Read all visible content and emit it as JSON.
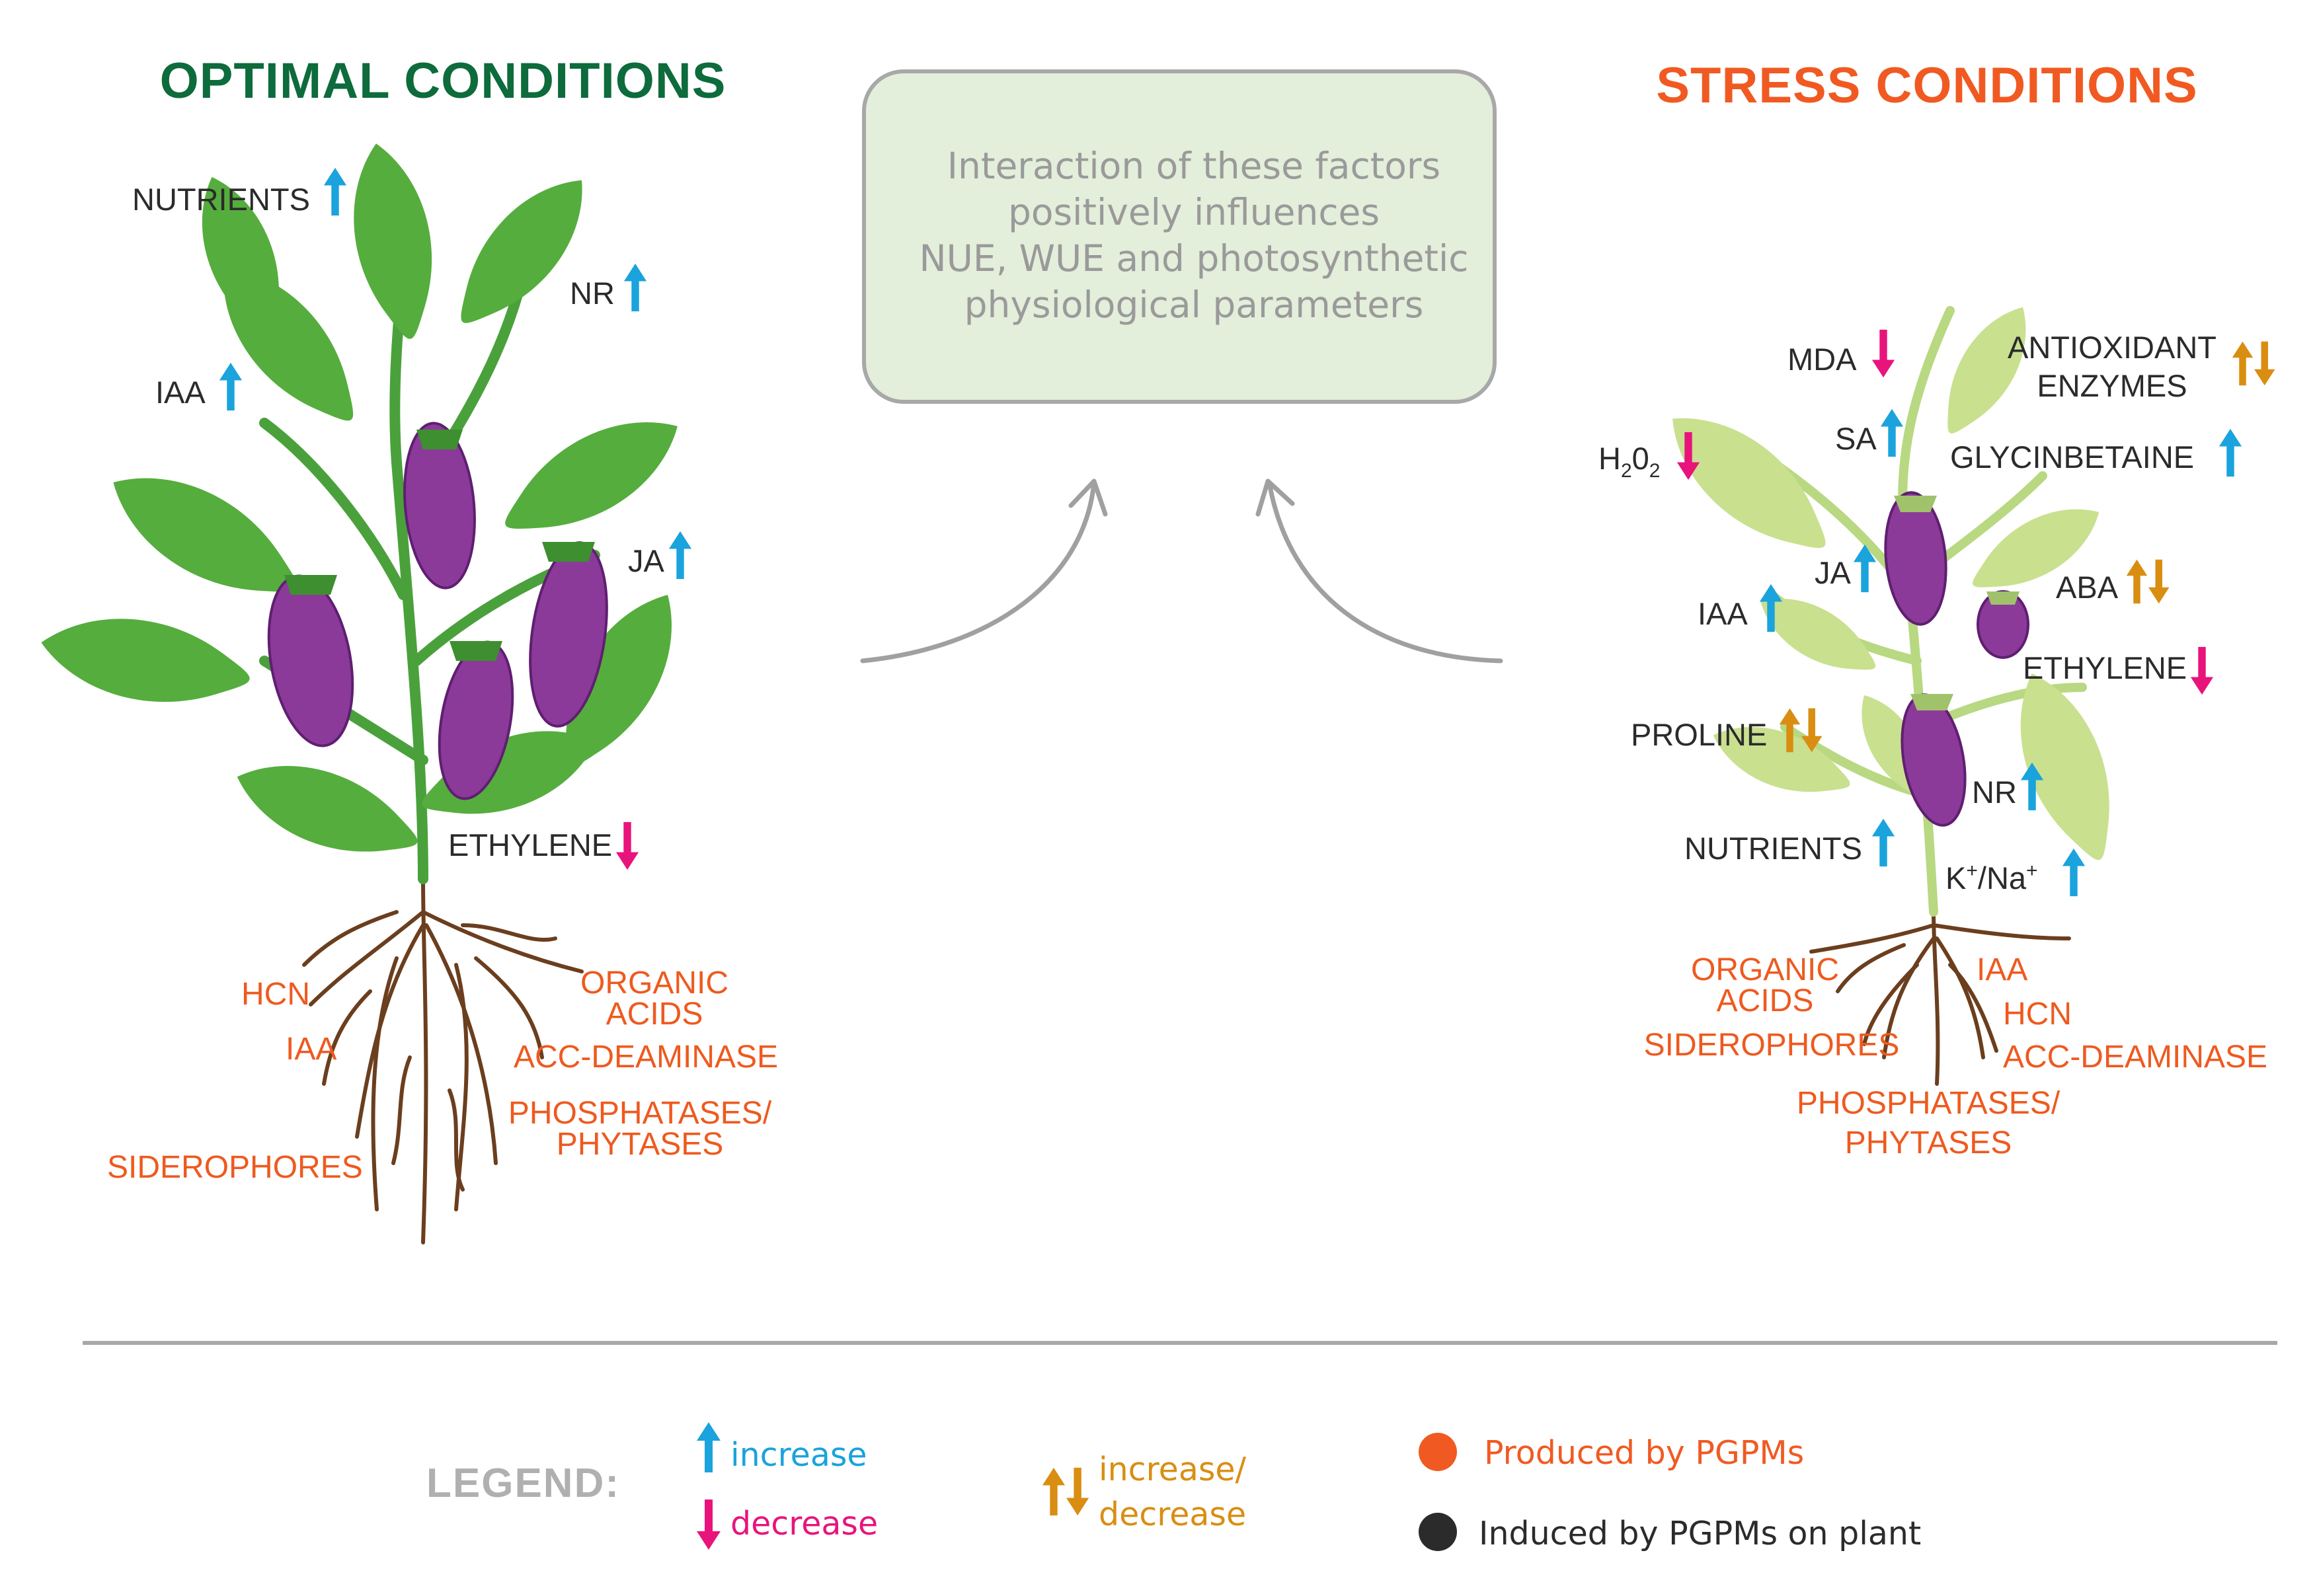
{
  "titles": {
    "optimal": "OPTIMAL CONDITIONS",
    "stress": "STRESS CONDITIONS"
  },
  "colors": {
    "optimal_title": "#0d6b3c",
    "stress_title": "#f05a22",
    "increase": "#1aa3dc",
    "decrease": "#e8147c",
    "increase_decrease": "#d98e12",
    "pgpm_produced": "#f05a22",
    "plant_induced": "#2b2b2b",
    "box_fill": "#e3eedb",
    "box_stroke": "#a8a8a8"
  },
  "center_box": {
    "lines": [
      "Interaction of these factors",
      "positively influences",
      "NUE, WUE and  photosynthetic",
      "physiological parameters"
    ]
  },
  "optimal": {
    "nutrients": "NUTRIENTS",
    "nr": "NR",
    "iaa": "IAA",
    "ja": "JA",
    "ethylene": "ETHYLENE",
    "roots": {
      "hcn": "HCN",
      "iaa": "IAA",
      "organic_acids": [
        "ORGANIC",
        "ACIDS"
      ],
      "acc_deaminase": "ACC-DEAMINASE",
      "phosphatases": [
        "PHOSPHATASES/",
        "PHYTASES"
      ],
      "siderophores": "SIDEROPHORES"
    }
  },
  "stress": {
    "mda": "MDA",
    "antioxidant": [
      "ANTIOXIDANT",
      "ENZYMES"
    ],
    "h2o2": {
      "main": "H",
      "sub1": "2",
      "mid": "0",
      "sub2": "2"
    },
    "sa": "SA",
    "glycinbetaine": "GLYCINBETAINE",
    "ja": "JA",
    "aba": "ABA",
    "iaa": "IAA",
    "ethylene": "ETHYLENE",
    "proline": "PROLINE",
    "nr": "NR",
    "nutrients": "NUTRIENTS",
    "k_na": {
      "k": "K",
      "plus1": "+",
      "slash": "/Na",
      "plus2": "+"
    },
    "roots": {
      "organic_acids": [
        "ORGANIC",
        "ACIDS"
      ],
      "iaa": "IAA",
      "hcn": "HCN",
      "siderophores": "SIDEROPHORES",
      "acc_deaminase": "ACC-DEAMINASE",
      "phosphatases": [
        "PHOSPHATASES/",
        "PHYTASES"
      ]
    }
  },
  "legend": {
    "title": "LEGEND:",
    "increase": "increase",
    "decrease": "decrease",
    "inc_dec": [
      "increase/",
      "decrease"
    ],
    "produced": "Produced by PGPMs",
    "induced": "Induced by PGPMs on plant"
  }
}
